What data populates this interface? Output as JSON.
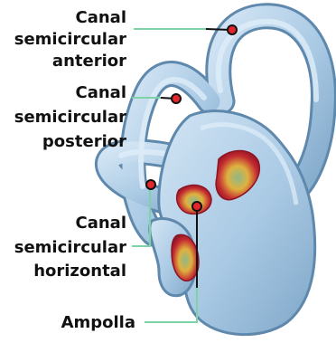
{
  "labels": {
    "anterior": [
      "Canal",
      "semicircular",
      "anterior"
    ],
    "posterior": [
      "Canal",
      "semicircular",
      "posterior"
    ],
    "horizontal": [
      "Canal",
      "semicircular",
      "horizontal"
    ],
    "ampulla": "Ampolla"
  },
  "colors": {
    "canal_fill": "#a9c9e4",
    "canal_edge": "#5e87ab",
    "canal_highlight": "#d7e8f5",
    "leader_line": "#7dd3a6",
    "marker": "#e3262b",
    "ampulla_red": "#b3172a",
    "ampulla_yellow": "#e3b63b",
    "ampulla_green": "#7fae79"
  }
}
